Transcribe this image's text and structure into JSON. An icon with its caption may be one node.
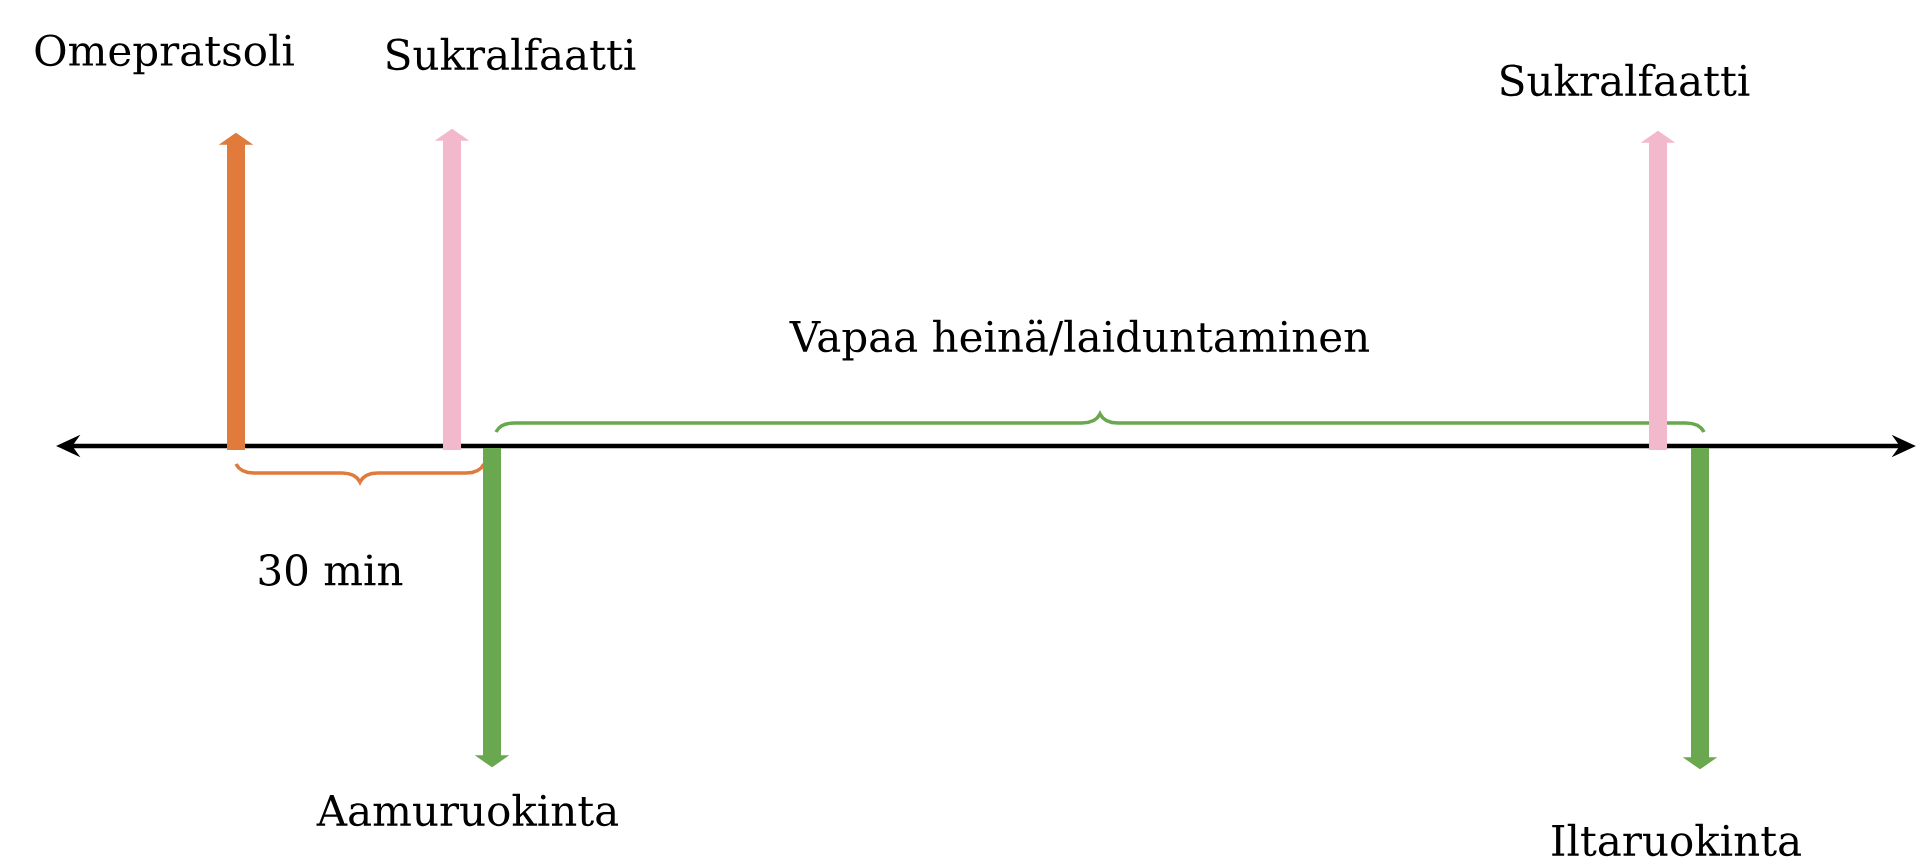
{
  "diagram": {
    "nodes": [
      {
        "text": [
          "Omepratsoli"
        ]
      },
      {
        "text": [
          "Sukralfaatti"
        ]
      },
      {
        "text": [
          "Sukralfaatti"
        ]
      },
      {
        "text": [
          "Aamuruokinta"
        ]
      },
      {
        "text": [
          "Iltaruokinta"
        ]
      }
    ],
    "edges": [
      {
        "from": null,
        "to": 0,
        "arrow": "to",
        "color": "#e07b3c"
      },
      {
        "from": null,
        "to": 1,
        "arrow": "to",
        "color": "#f2b8cc"
      },
      {
        "from": null,
        "to": 2,
        "arrow": "to",
        "color": "#f2b8cc"
      },
      {
        "from": null,
        "to": 3,
        "arrow": "to",
        "color": "#6aa84f"
      },
      {
        "from": null,
        "to": 4,
        "arrow": "to",
        "color": "#6aa84f"
      }
    ],
    "labels": [
      "Vapaa heinä/laiduntaminen",
      "30 min"
    ]
  }
}
